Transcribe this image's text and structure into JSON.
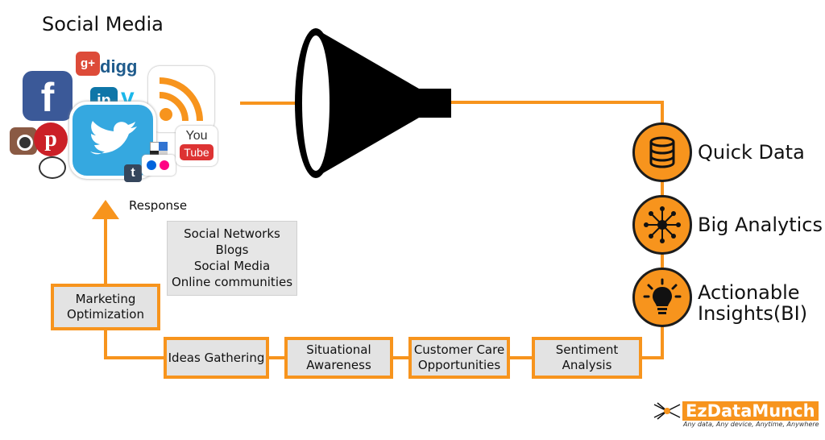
{
  "title": "Social Media",
  "response_label": "Response",
  "sources": [
    "Social Networks",
    "Blogs",
    "Social Media",
    "Online communities"
  ],
  "stages": {
    "marketing": [
      "Marketing",
      "Optimization"
    ],
    "ideas": "Ideas Gathering",
    "situational": [
      "Situational",
      "Awareness"
    ],
    "customer": [
      "Customer Care",
      "Opportunities"
    ],
    "sentiment": [
      "Sentiment",
      "Analysis"
    ]
  },
  "outputs": {
    "quick": "Quick Data",
    "big": "Big Analytics",
    "insights": [
      "Actionable",
      "Insights(BI)"
    ]
  },
  "social_icons": {
    "facebook": "f",
    "googleplus": "g+",
    "digg": "digg",
    "linkedin": "in",
    "vimeo": "v",
    "youtube_top": "You",
    "youtube_bottom": "Tube",
    "tumblr": "t"
  },
  "logo": {
    "name": "EzDataMunch",
    "tagline": "Any data, Any device, Anytime, Anywhere"
  },
  "colors": {
    "accent": "#f7941d",
    "stage_fill": "#e3e3e3",
    "funnel": "#000000"
  }
}
